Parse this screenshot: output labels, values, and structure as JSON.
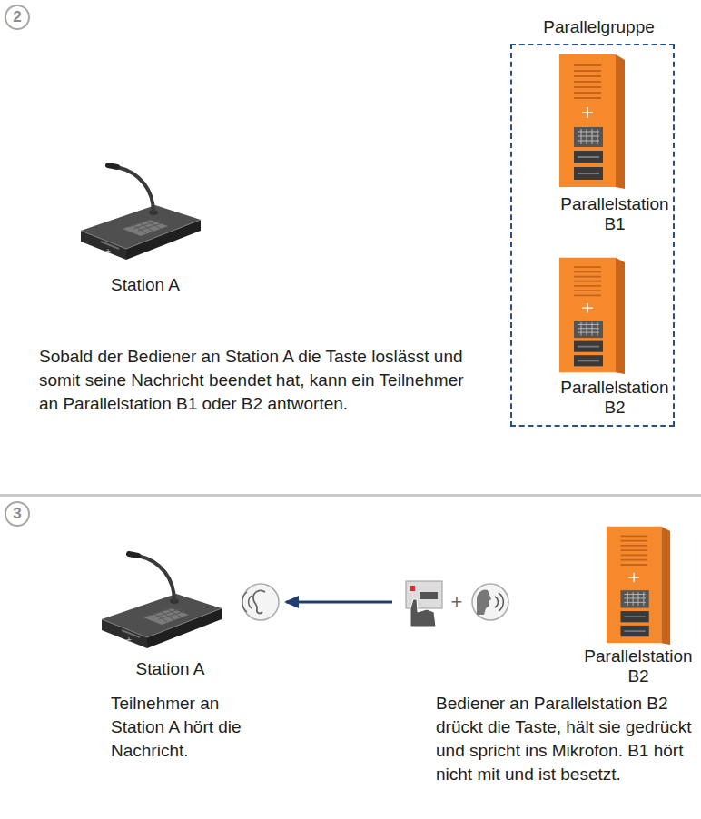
{
  "diagram": {
    "nodes": [
      {
        "text": [
          "Station A"
        ]
      },
      {
        "text": [
          "Parallelgruppe"
        ]
      },
      {
        "text": [
          "Parallelstation B1"
        ],
        "in": 1
      },
      {
        "text": [
          "Parallelstation B2"
        ],
        "in": 1
      },
      {
        "text": [
          "Station A"
        ]
      },
      {
        "text": [
          "Parallelstation B2"
        ]
      }
    ],
    "edges": [
      {
        "from": 5,
        "to": 4,
        "arrow": "to"
      }
    ],
    "labels": [
      "2",
      "Sobald der Bediener an Station A die Taste loslässt und somit seine Nachricht beendet hat, kann ein Teilnehmer an Parallelstation B1 oder B2 antworten.",
      "3",
      "+",
      "Teilnehmer an Station A hört die Nachricht.",
      "Bediener an Parallelstation B2 drückt die Taste, hält sie gedrückt und spricht ins Mikrofon. B1 hört nicht mit und ist besetzt."
    ]
  }
}
